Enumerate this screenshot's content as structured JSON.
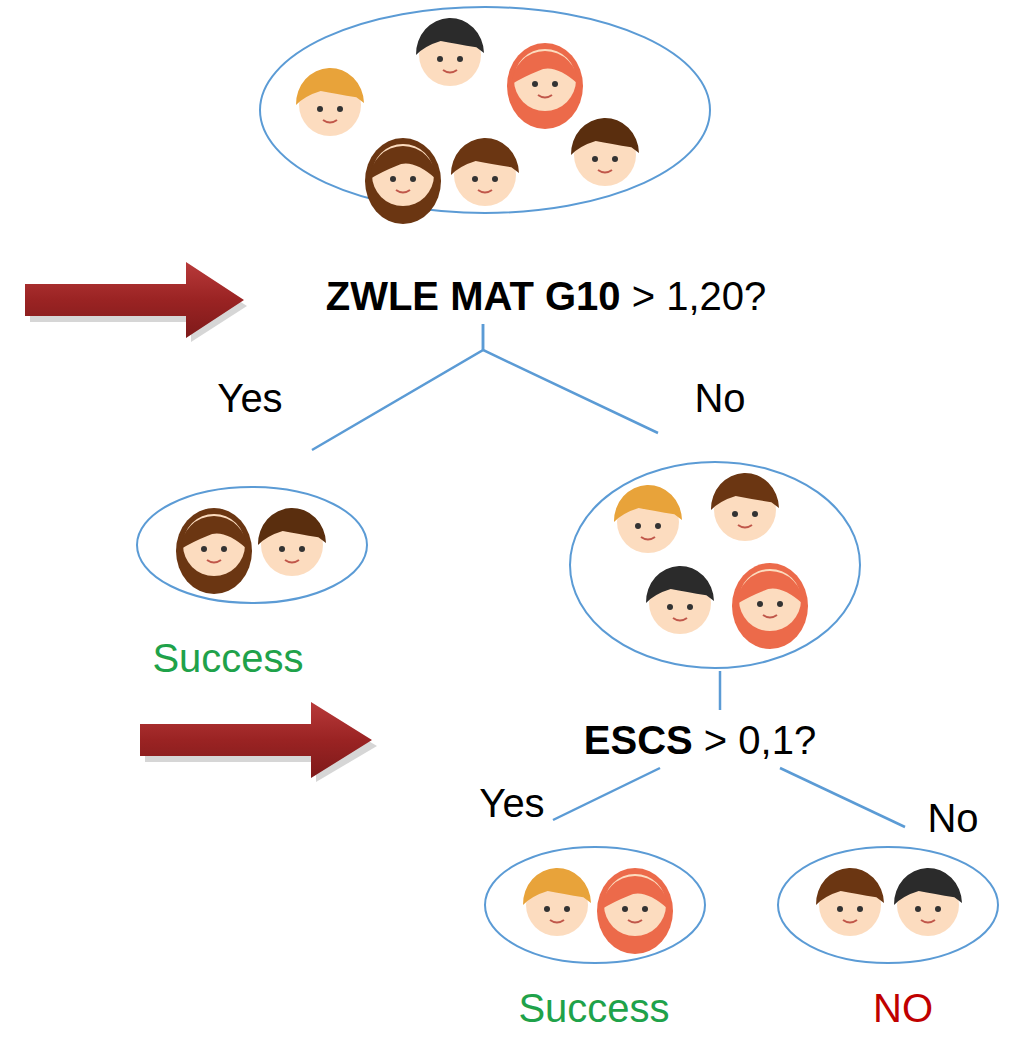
{
  "diagram": {
    "nodes": [
      {
        "text": [
          "ZWLE MAT G10 > 1,20?"
        ]
      },
      {
        "text": [
          "Success"
        ]
      },
      {
        "text": [
          "ESCS > 0,1?"
        ]
      },
      {
        "text": [
          "Success"
        ]
      },
      {
        "text": [
          "NO"
        ]
      }
    ],
    "edges": [
      {
        "from": 0,
        "to": 1,
        "arrow": "none",
        "label": "Yes"
      },
      {
        "from": 0,
        "to": 2,
        "arrow": "none",
        "label": "No"
      },
      {
        "from": 2,
        "to": 3,
        "arrow": "none",
        "label": "Yes"
      },
      {
        "from": 2,
        "to": 4,
        "arrow": "none",
        "label": "No"
      }
    ]
  }
}
